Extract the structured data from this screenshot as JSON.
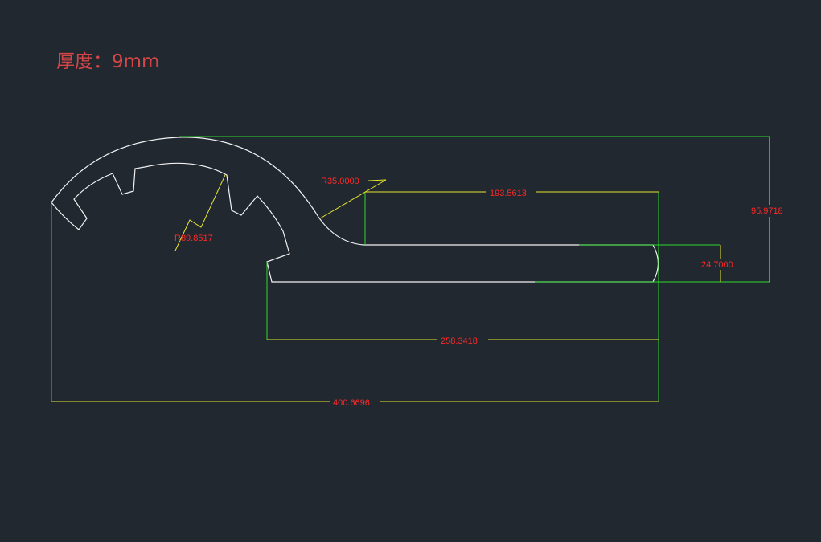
{
  "drawing": {
    "thickness_label": "厚度：9mm",
    "dimensions": {
      "radius_small": "R35.0000",
      "radius_large": "R89.8517",
      "width_slot": "193.5613",
      "height_total": "95.9718",
      "height_slot": "24.7000",
      "width_mid": "258.3418",
      "width_total": "400.6696"
    },
    "colors": {
      "background": "#212830",
      "outline": "#f2f2f2",
      "extension_line": "#2bd82b",
      "dimension_line": "#e6e62a",
      "dimension_text": "#ff2828",
      "title": "#d64646"
    }
  }
}
